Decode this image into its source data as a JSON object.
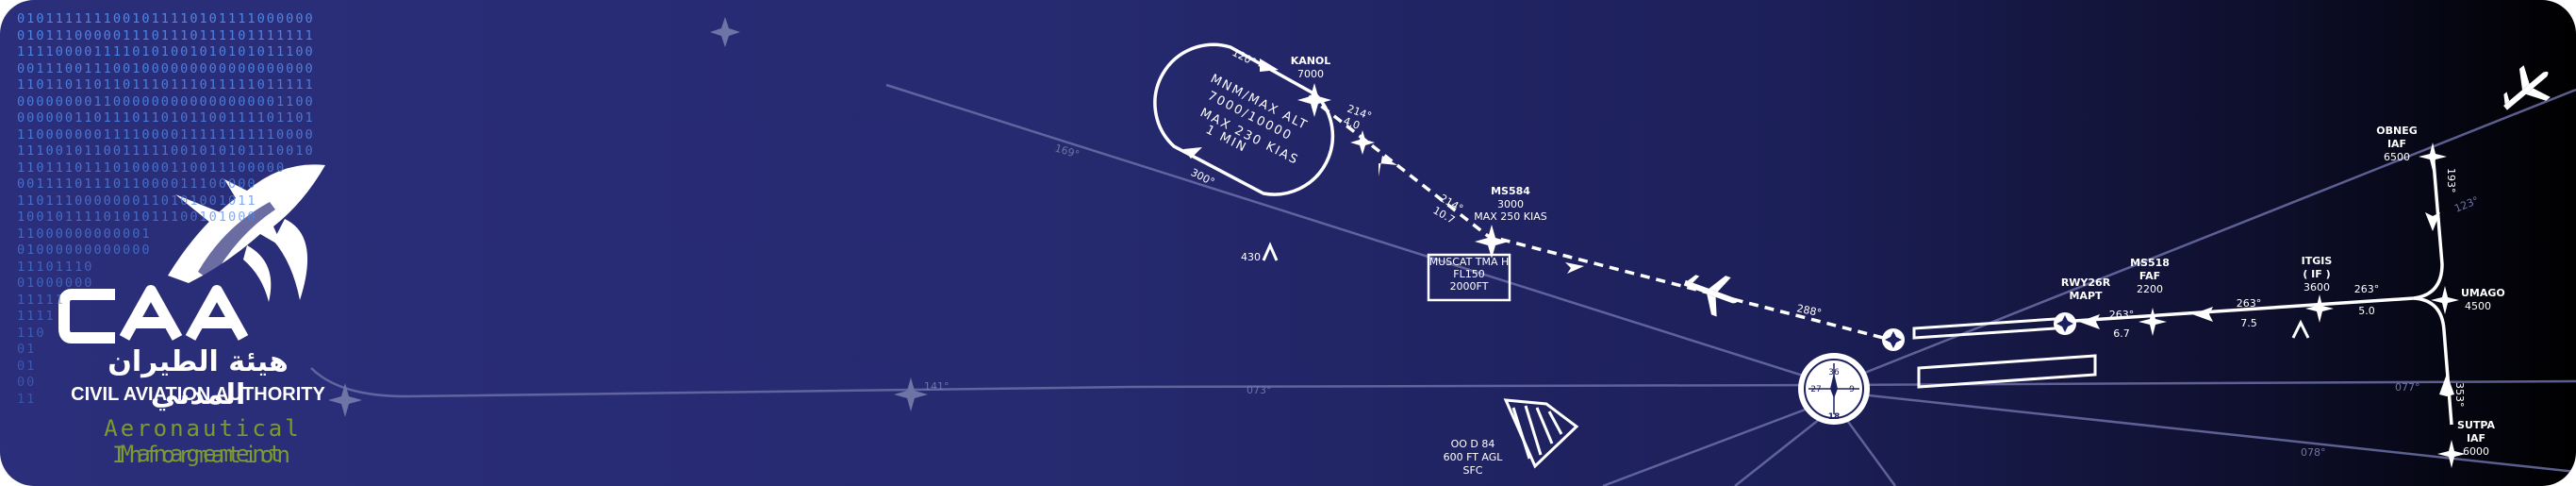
{
  "binary_lines": [
    "0101111111001011110101111000000",
    "0101110000011101110111101111111",
    "1111000011110101001010101011100",
    "0011100111001000000000000000000",
    "1101101101101110111011111011111",
    "0000000011000000000000000001100",
    "0000001101110110101100111101101",
    "1100000001111000011111111110000",
    "1110010110011111001010101110010",
    "1101110111010000110011100000",
    "0011110111011000011100000",
    "1101110000000110101001011",
    "1001011110101011100101000",
    "11000000000001",
    "01000000000000",
    "11101110",
    "01000000",
    "11111",
    "1111",
    "110",
    "01",
    "01",
    "00",
    "11"
  ],
  "logo": {
    "mark": "CAA",
    "arabic": "هيئة الطيران المدني",
    "english": "CIVIL AVIATION AUTHORITY",
    "tagline_line1": "Aeronautical Information",
    "tagline_line2": "Management"
  },
  "chart": {
    "holding": {
      "fix": "KANOL",
      "alt": "7000",
      "note1": "MNM/MAX ALT",
      "note2": "7000/10000",
      "note3": "MAX 230 KIAS",
      "note4": "1 MIN",
      "inbound": "120°",
      "outbound": "300°"
    },
    "leg_kanol": {
      "track": "214°",
      "dist": "4.0"
    },
    "ms584": {
      "name": "MS584",
      "alt": "3000",
      "speed": "MAX 250 KIAS",
      "track": "214°",
      "dist": "10.7"
    },
    "muscat_tma": {
      "line1": "MUSCAT TMA H",
      "line2": "FL150",
      "line3": "2000FT"
    },
    "leg_final": {
      "track": "288°"
    },
    "rwy": {
      "name": "RWY26R",
      "type": "MAPT"
    },
    "ms518": {
      "name": "MS518",
      "type": "FAF",
      "alt": "2200",
      "track": "263°",
      "dist": "6.7"
    },
    "itgis": {
      "name": "ITGIS",
      "type": "( IF )",
      "alt": "3600",
      "track": "263°",
      "dist": "7.5"
    },
    "obneg": {
      "name": "OBNEG",
      "type": "IAF",
      "alt": "6500",
      "track": "193°"
    },
    "umago": {
      "name": "UMAGO",
      "alt": "4500",
      "track": "263°",
      "dist": "5.0"
    },
    "sutpa": {
      "name": "SUTPA",
      "type": "IAF",
      "alt": "6000",
      "track": "353°"
    },
    "spot_elev": "430",
    "danger": {
      "name": "OO D 84",
      "upper": "600 FT AGL",
      "lower": "SFC"
    },
    "compass": {
      "n": "36",
      "e": "9",
      "s": "18",
      "w": "27"
    },
    "faint": {
      "r1": "169°",
      "r2": "073°",
      "r3": "077°",
      "r4": "078°",
      "r5": "123°",
      "r6": "141°"
    }
  }
}
